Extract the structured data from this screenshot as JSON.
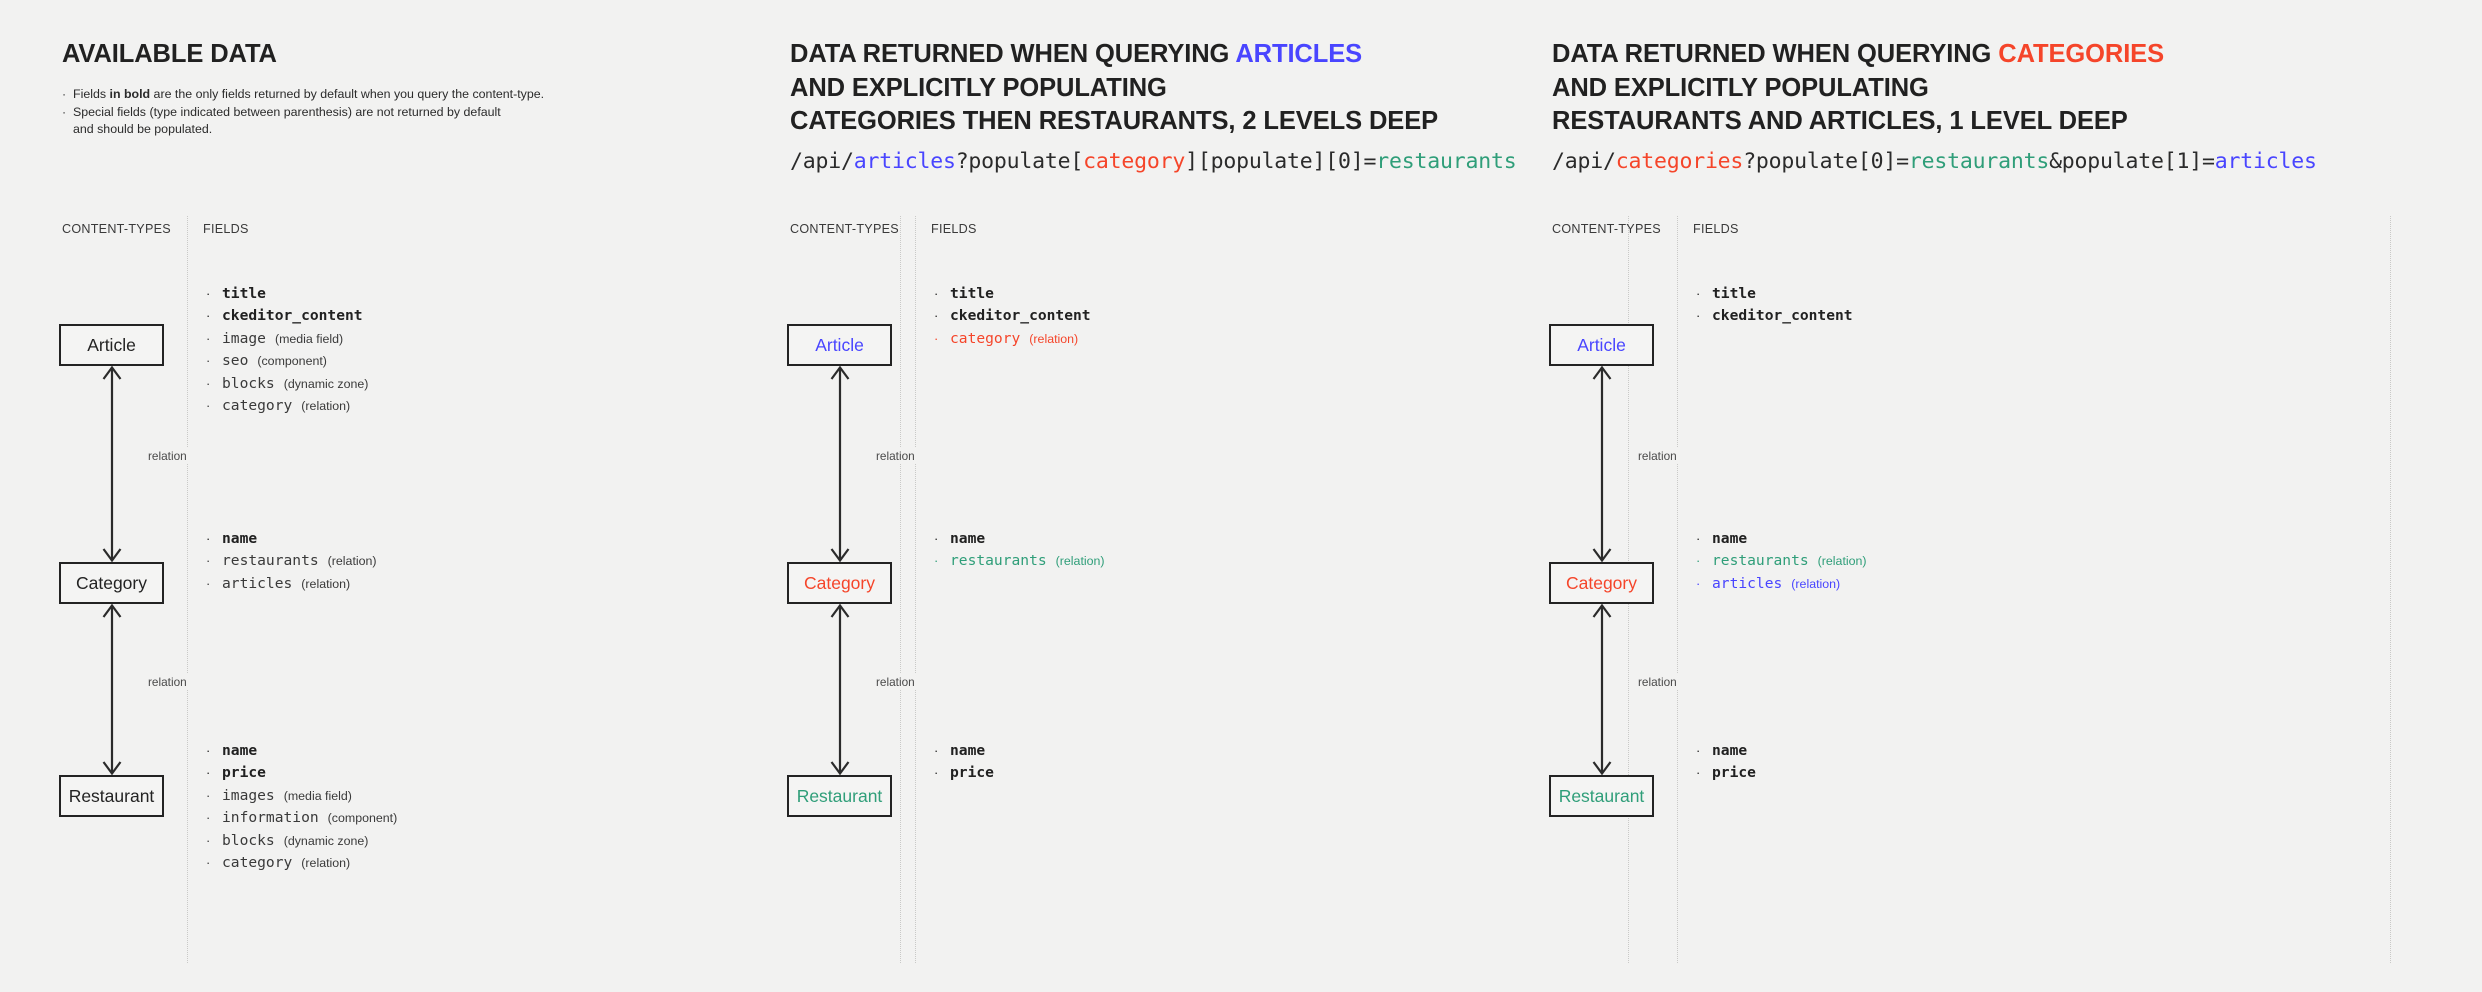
{
  "colors": {
    "background": "#f2f2f1",
    "default_text": "#212121",
    "articles_blue": "#4945ff",
    "categories_red": "#f5452a",
    "restaurants_teal": "#2f9e79",
    "muted": "#4a4a4a",
    "node_border": "#232323",
    "divider": "#c9c9c7"
  },
  "labels": {
    "content_types": "CONTENT-TYPES",
    "fields": "FIELDS",
    "relation": "relation"
  },
  "panels": [
    {
      "id": "available-data",
      "heading": {
        "prefix": "AVAILABLE DATA",
        "highlight": "",
        "suffix": ""
      },
      "intro": [
        {
          "lead": "Fields ",
          "bold": "in bold",
          "tail": " are the only fields returned by default when you query the content-type."
        },
        {
          "lead": "Special fields (type indicated between parenthesis) are not returned by default",
          "bold": "",
          "tail": ""
        },
        {
          "lead": "and should be populated.",
          "bold": "",
          "tail": "",
          "continuation": true
        }
      ],
      "api": [],
      "nodes": [
        {
          "name": "Article",
          "color": "#232323"
        },
        {
          "name": "Category",
          "color": "#232323"
        },
        {
          "name": "Restaurant",
          "color": "#232323"
        }
      ],
      "field_groups": [
        {
          "for": "Article",
          "fields": [
            {
              "name": "title",
              "type": "",
              "bold": true,
              "color": "#212121"
            },
            {
              "name": "ckeditor_content",
              "type": "",
              "bold": true,
              "color": "#212121"
            },
            {
              "name": "image",
              "type": "(media field)",
              "bold": false,
              "color": "#3a3a3a"
            },
            {
              "name": "seo",
              "type": "(component)",
              "bold": false,
              "color": "#3a3a3a"
            },
            {
              "name": "blocks",
              "type": "(dynamic zone)",
              "bold": false,
              "color": "#3a3a3a"
            },
            {
              "name": "category",
              "type": "(relation)",
              "bold": false,
              "color": "#3a3a3a"
            }
          ]
        },
        {
          "for": "Category",
          "fields": [
            {
              "name": "name",
              "type": "",
              "bold": true,
              "color": "#212121"
            },
            {
              "name": "restaurants",
              "type": "(relation)",
              "bold": false,
              "color": "#3a3a3a"
            },
            {
              "name": "articles",
              "type": "(relation)",
              "bold": false,
              "color": "#3a3a3a"
            }
          ]
        },
        {
          "for": "Restaurant",
          "fields": [
            {
              "name": "name",
              "type": "",
              "bold": true,
              "color": "#212121"
            },
            {
              "name": "price",
              "type": "",
              "bold": true,
              "color": "#212121"
            },
            {
              "name": "images",
              "type": "(media field)",
              "bold": false,
              "color": "#3a3a3a"
            },
            {
              "name": "information",
              "type": "(component)",
              "bold": false,
              "color": "#3a3a3a"
            },
            {
              "name": "blocks",
              "type": "(dynamic zone)",
              "bold": false,
              "color": "#3a3a3a"
            },
            {
              "name": "category",
              "type": "(relation)",
              "bold": false,
              "color": "#3a3a3a"
            }
          ]
        }
      ]
    },
    {
      "id": "query-articles",
      "heading": {
        "prefix": "DATA RETURNED WHEN QUERYING ",
        "highlight": "ARTICLES",
        "highlight_color": "#4945ff",
        "suffix": "\nAND EXPLICITLY POPULATING\nCATEGORIES THEN RESTAURANTS, 2 LEVELS DEEP"
      },
      "intro": [],
      "api": [
        {
          "t": "/api/",
          "c": "#2b2b2b"
        },
        {
          "t": "articles",
          "c": "#4945ff"
        },
        {
          "t": "?populate[",
          "c": "#2b2b2b"
        },
        {
          "t": "category",
          "c": "#f5452a"
        },
        {
          "t": "][populate][0]=",
          "c": "#2b2b2b"
        },
        {
          "t": "restaurants",
          "c": "#2f9e79"
        }
      ],
      "nodes": [
        {
          "name": "Article",
          "color": "#4945ff"
        },
        {
          "name": "Category",
          "color": "#f5452a"
        },
        {
          "name": "Restaurant",
          "color": "#2f9e79"
        }
      ],
      "field_groups": [
        {
          "for": "Article",
          "fields": [
            {
              "name": "title",
              "type": "",
              "bold": true,
              "color": "#212121"
            },
            {
              "name": "ckeditor_content",
              "type": "",
              "bold": true,
              "color": "#212121"
            },
            {
              "name": "category",
              "type": "(relation)",
              "bold": false,
              "color": "#f5452a"
            }
          ]
        },
        {
          "for": "Category",
          "fields": [
            {
              "name": "name",
              "type": "",
              "bold": true,
              "color": "#212121"
            },
            {
              "name": "restaurants",
              "type": "(relation)",
              "bold": false,
              "color": "#2f9e79"
            }
          ]
        },
        {
          "for": "Restaurant",
          "fields": [
            {
              "name": "name",
              "type": "",
              "bold": true,
              "color": "#212121"
            },
            {
              "name": "price",
              "type": "",
              "bold": true,
              "color": "#212121"
            }
          ]
        }
      ]
    },
    {
      "id": "query-categories",
      "heading": {
        "prefix": "DATA RETURNED WHEN QUERYING ",
        "highlight": "CATEGORIES",
        "highlight_color": "#f5452a",
        "suffix": "\nAND EXPLICITLY POPULATING\nRESTAURANTS AND ARTICLES, 1 LEVEL DEEP"
      },
      "intro": [],
      "api": [
        {
          "t": "/api/",
          "c": "#2b2b2b"
        },
        {
          "t": "categories",
          "c": "#f5452a"
        },
        {
          "t": "?populate[0]=",
          "c": "#2b2b2b"
        },
        {
          "t": "restaurants",
          "c": "#2f9e79"
        },
        {
          "t": "&populate[1]=",
          "c": "#2b2b2b"
        },
        {
          "t": "articles",
          "c": "#4945ff"
        }
      ],
      "nodes": [
        {
          "name": "Article",
          "color": "#4945ff"
        },
        {
          "name": "Category",
          "color": "#f5452a"
        },
        {
          "name": "Restaurant",
          "color": "#2f9e79"
        }
      ],
      "field_groups": [
        {
          "for": "Article",
          "fields": [
            {
              "name": "title",
              "type": "",
              "bold": true,
              "color": "#212121"
            },
            {
              "name": "ckeditor_content",
              "type": "",
              "bold": true,
              "color": "#212121"
            }
          ]
        },
        {
          "for": "Category",
          "fields": [
            {
              "name": "name",
              "type": "",
              "bold": true,
              "color": "#212121"
            },
            {
              "name": "restaurants",
              "type": "(relation)",
              "bold": false,
              "color": "#2f9e79"
            },
            {
              "name": "articles",
              "type": "(relation)",
              "bold": false,
              "color": "#4945ff"
            }
          ]
        },
        {
          "for": "Restaurant",
          "fields": [
            {
              "name": "name",
              "type": "",
              "bold": true,
              "color": "#212121"
            },
            {
              "name": "price",
              "type": "",
              "bold": true,
              "color": "#212121"
            }
          ]
        }
      ]
    }
  ]
}
